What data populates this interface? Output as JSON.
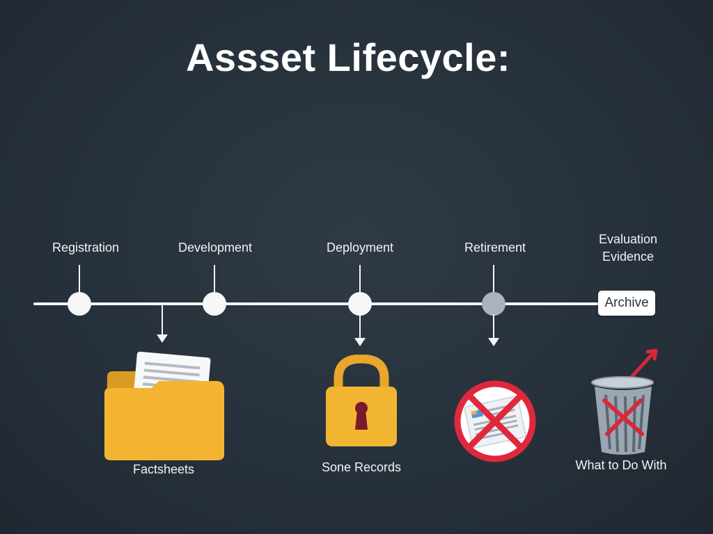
{
  "title": "Assset Lifecycle:",
  "stages": [
    {
      "label": "Registration"
    },
    {
      "label": "Development"
    },
    {
      "label": "Deployment"
    },
    {
      "label": "Retirement"
    },
    {
      "label_line1": "Evaluation",
      "label_line2": "Evidence",
      "box_label": "Archive"
    }
  ],
  "items": [
    {
      "caption": "Factsheets",
      "icon": "folder-icon"
    },
    {
      "caption": "Sone Records",
      "icon": "padlock-icon"
    },
    {
      "caption": "",
      "icon": "no-documents-icon"
    },
    {
      "caption": "What to Do With",
      "icon": "trash-can-icon"
    }
  ],
  "colors": {
    "background": "#27313b",
    "folder": "#f3b531",
    "lock": "#f2b531",
    "prohibited": "#e0283d",
    "trash": "#9aa7b3"
  }
}
